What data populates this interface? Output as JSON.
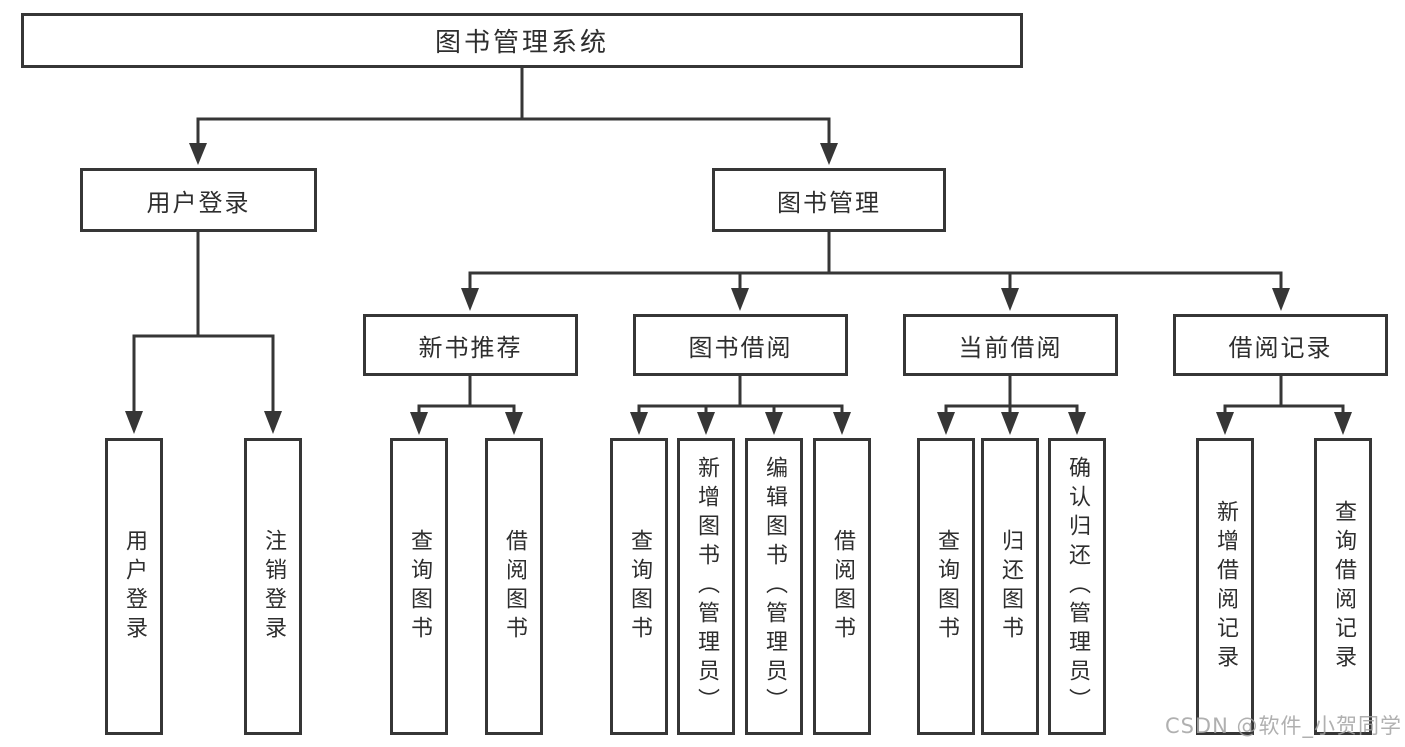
{
  "tree": {
    "root": {
      "label": "图书管理系统",
      "children": [
        {
          "label": "用户登录",
          "children": [
            {
              "label": "用户登录"
            },
            {
              "label": "注销登录"
            }
          ]
        },
        {
          "label": "图书管理",
          "children": [
            {
              "label": "新书推荐",
              "children": [
                {
                  "label": "查询图书"
                },
                {
                  "label": "借阅图书"
                }
              ]
            },
            {
              "label": "图书借阅",
              "children": [
                {
                  "label": "查询图书"
                },
                {
                  "label": "新增图书（管理员）"
                },
                {
                  "label": "编辑图书（管理员）"
                },
                {
                  "label": "借阅图书"
                }
              ]
            },
            {
              "label": "当前借阅",
              "children": [
                {
                  "label": "查询图书"
                },
                {
                  "label": "归还图书"
                },
                {
                  "label": "确认归还（管理员）"
                }
              ]
            },
            {
              "label": "借阅记录",
              "children": [
                {
                  "label": "新增借阅记录"
                },
                {
                  "label": "查询借阅记录"
                }
              ]
            }
          ]
        }
      ]
    }
  },
  "watermark": {
    "text": "CSDN @软件_小贺同学",
    "color": "#a3a3a3"
  },
  "colors": {
    "line": "#363636",
    "box_border": "#363636",
    "text": "#2e2e2e",
    "background": "#ffffff",
    "watermark": "#a3a3a3"
  }
}
